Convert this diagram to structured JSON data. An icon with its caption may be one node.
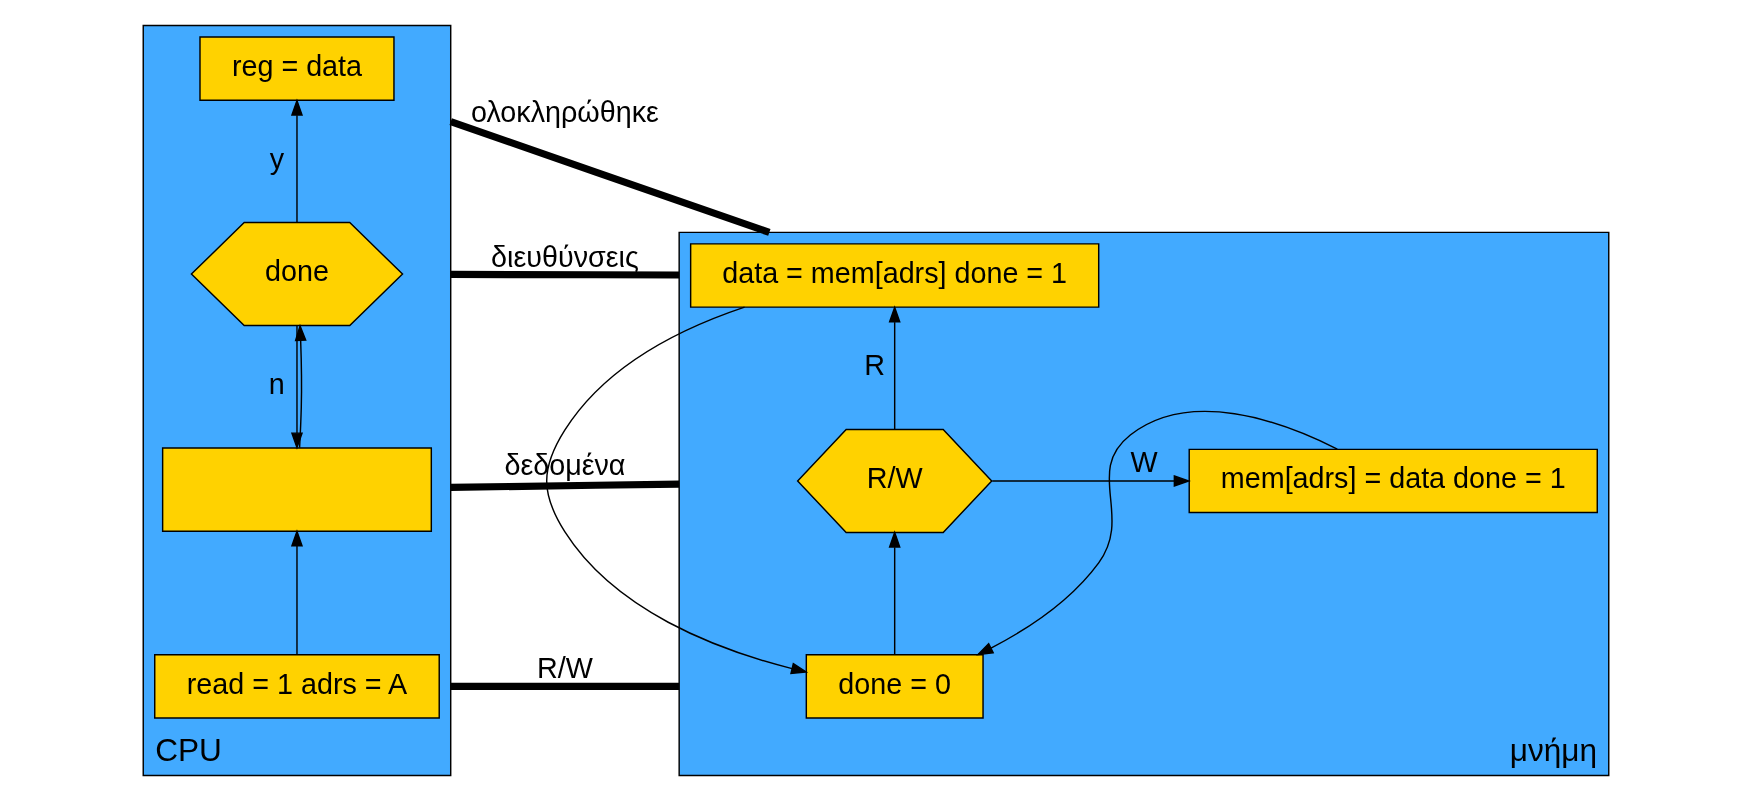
{
  "diagram": {
    "nodes": [
      {
        "text": [
          "CPU"
        ]
      },
      {
        "text": [
          "read = 1 adrs = A"
        ],
        "in": 0
      },
      {
        "text": [],
        "shape": "box",
        "in": 0
      },
      {
        "text": [
          "done"
        ],
        "in": 0
      },
      {
        "text": [
          "reg = data"
        ],
        "in": 0
      },
      {
        "text": [
          "μνήμη"
        ]
      },
      {
        "text": [
          "done = 0"
        ],
        "in": 5
      },
      {
        "text": [
          "R/W"
        ],
        "in": 5
      },
      {
        "text": [
          "mem[adrs] = data done = 1"
        ],
        "in": 5
      },
      {
        "text": [
          "data = mem[adrs] done = 1"
        ],
        "in": 5
      }
    ],
    "edges": [
      {
        "from": 1,
        "to": 2,
        "arrow": "to"
      },
      {
        "from": 2,
        "to": 3,
        "arrow": "to"
      },
      {
        "from": 3,
        "to": 2,
        "arrow": "to",
        "label": "n"
      },
      {
        "from": 3,
        "to": 4,
        "arrow": "to",
        "label": "y"
      },
      {
        "from": 6,
        "to": 7,
        "arrow": "to"
      },
      {
        "from": 7,
        "to": 8,
        "arrow": "to",
        "label": "W"
      },
      {
        "from": 7,
        "to": 9,
        "arrow": "to",
        "label": "R"
      },
      {
        "from": 8,
        "to": 6,
        "arrow": "to"
      },
      {
        "from": 9,
        "to": 6,
        "arrow": "to"
      },
      {
        "from": 0,
        "to": 5,
        "arrow": "none",
        "style": "thick",
        "label": "R/W"
      },
      {
        "from": 0,
        "to": 5,
        "arrow": "none",
        "style": "thick",
        "label": "δεδομένα"
      },
      {
        "from": 0,
        "to": 5,
        "arrow": "none",
        "style": "thick",
        "label": "διευθύνσεις"
      },
      {
        "from": 0,
        "to": 5,
        "arrow": "none",
        "style": "thick",
        "label": "ολοκληρώθηκε"
      }
    ]
  }
}
